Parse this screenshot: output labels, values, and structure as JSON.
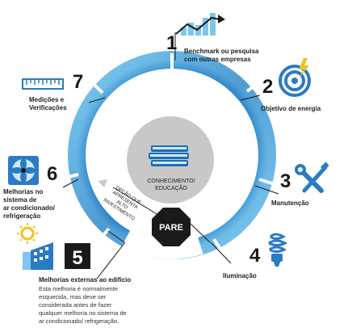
{
  "center": {
    "label_line1": "CONHECIMENTO/",
    "label_line2": "EDUCAÇÃO"
  },
  "stop_sign": {
    "label": "PARE"
  },
  "curved_note": {
    "line1": "OPÇÃO QUE",
    "line2": "APRESENTA",
    "line3": "ALTO",
    "line4": "INVESTIMENTO"
  },
  "steps": [
    {
      "number": "1",
      "label_line1": "Benchmark ou pesquisa",
      "label_line2": "com outras empresas",
      "icon": "trend-chart-icon"
    },
    {
      "number": "2",
      "label_line1": "Objetivo de energia",
      "icon": "target-bolt-icon"
    },
    {
      "number": "3",
      "label_line1": "Manutenção",
      "icon": "tools-icon"
    },
    {
      "number": "4",
      "label_line1": "Iluminação",
      "icon": "light-bulb-icon"
    },
    {
      "number": "5",
      "label_line1": "Melhorias externas ao edifício",
      "icon": "building-sun-icon",
      "note": [
        "Esta melhoria é normalmente",
        "esquecida, mas deve ser",
        "considerada antes de fazer",
        "qualquer melhoria no sistema de",
        "ar condicionado/ refrigeração."
      ]
    },
    {
      "number": "6",
      "label_line1": "Melhorias no",
      "label_line2": "sistema de",
      "label_line3": "ar condicionado/",
      "label_line4": "refrigeração",
      "icon": "fan-icon"
    },
    {
      "number": "7",
      "label_line1": "Medições e",
      "label_line2": "Verificações",
      "icon": "ruler-icon"
    }
  ],
  "colors": {
    "ring_dark": "#1b6fb8",
    "ring_light": "#6ec3ee",
    "center_circle": "#c8c8c8",
    "stop": "#1a1a1a",
    "icon_blue": "#2a7bc4",
    "icon_light": "#7cc6ef",
    "accent_yellow": "#f2c21b"
  }
}
